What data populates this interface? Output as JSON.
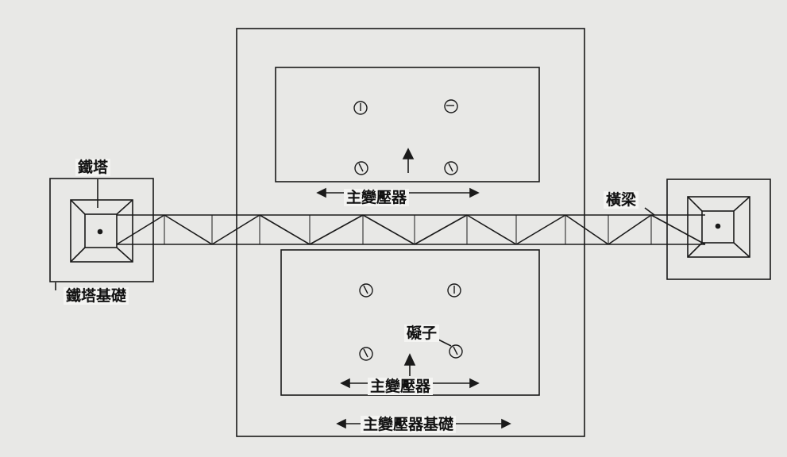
{
  "labels": {
    "tower": "鐵塔",
    "tower_foundation": "鐵塔基礎",
    "beam": "橫梁",
    "transformer_upper": "主變壓器",
    "transformer_lower": "主變壓器",
    "insulator": "礙子",
    "transformer_foundation": "主變壓器基礎"
  },
  "colors": {
    "paper": "#e8e8e6",
    "ink": "#1a1a1a",
    "label_bg": "#f4f4f2"
  }
}
